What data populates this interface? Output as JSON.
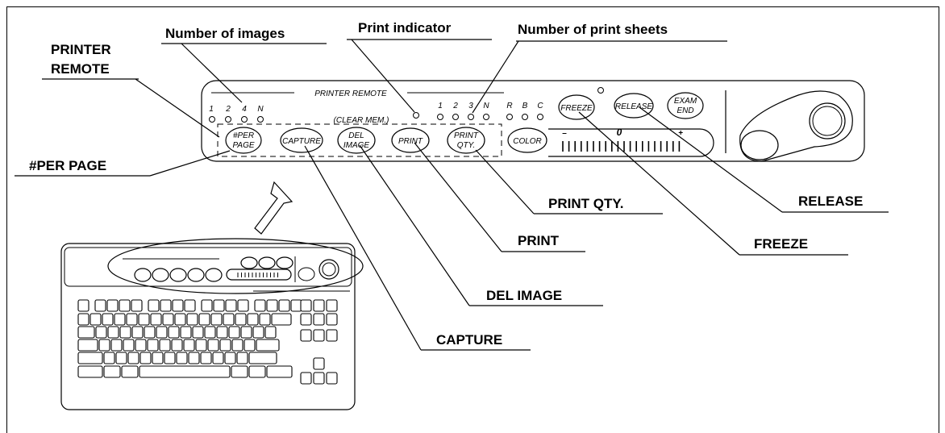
{
  "callouts": {
    "number_of_images": "Number of images",
    "print_indicator": "Print indicator",
    "number_of_print_sheets": "Number of print sheets",
    "printer_remote_line1": "PRINTER",
    "printer_remote_line2": "REMOTE",
    "per_page": "#PER PAGE",
    "print_qty": "PRINT QTY.",
    "release": "RELEASE",
    "print": "PRINT",
    "freeze": "FREEZE",
    "del_image": "DEL IMAGE",
    "capture": "CAPTURE"
  },
  "panel": {
    "title": "PRINTER REMOTE",
    "clear_mem": "(CLEAR MEM.)",
    "image_counts": [
      "1",
      "2",
      "4",
      "N"
    ],
    "sheet_counts": [
      "1",
      "2",
      "3",
      "N"
    ],
    "rbc": [
      "R",
      "B",
      "C"
    ],
    "scale_minus": "–",
    "scale_zero": "0",
    "scale_plus": "+"
  },
  "buttons": {
    "per_page_1": "#PER",
    "per_page_2": "PAGE",
    "capture": "CAPTURE",
    "del_image_1": "DEL",
    "del_image_2": "IMAGE",
    "print": "PRINT",
    "print_qty_1": "PRINT",
    "print_qty_2": "QTY.",
    "color": "COLOR",
    "freeze": "FREEZE",
    "release": "RELEASE",
    "exam_end_1": "EXAM",
    "exam_end_2": "END"
  }
}
